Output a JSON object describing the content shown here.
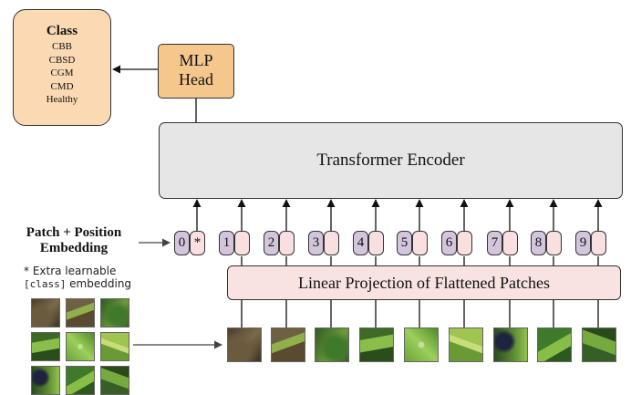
{
  "class_box": {
    "title": "Class",
    "items": [
      "CBB",
      "CBSD",
      "CGM",
      "CMD",
      "Healthy"
    ]
  },
  "mlp_head": {
    "line1": "MLP",
    "line2": "Head"
  },
  "encoder": {
    "label": "Transformer Encoder"
  },
  "linear_projection": {
    "label": "Linear Projection of Flattened Patches"
  },
  "patch_position": {
    "line1": "Patch + Position",
    "line2": "Embedding"
  },
  "extra_note": {
    "line1": "* Extra learnable",
    "class_token": "[class]",
    "line2_suffix": " embedding"
  },
  "tokens": [
    "0",
    "*",
    "1",
    "2",
    "3",
    "4",
    "5",
    "6",
    "7",
    "8",
    "9"
  ],
  "colors": {
    "class_box": "#fad9b3",
    "mlp_head": "#f6c78d",
    "encoder": "#e6e6e6",
    "linear_projection": "#f8e3e1",
    "position_token": "#d2c5dc",
    "patch_token": "#f9dfdf"
  }
}
